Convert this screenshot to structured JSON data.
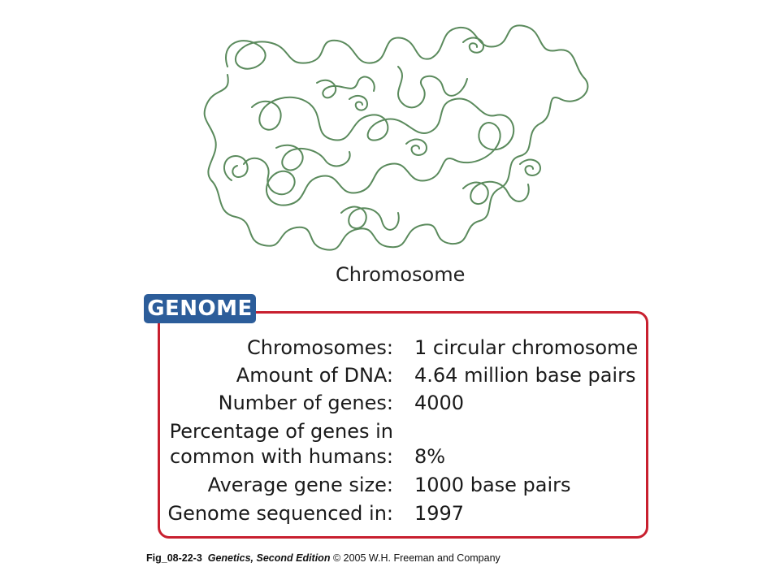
{
  "diagram": {
    "chromosome_label": "Chromosome",
    "strand_color": "#5a8a5c"
  },
  "genome": {
    "badge": "GENOME",
    "border_color": "#c8202f",
    "badge_color": "#2c5d9a",
    "rows": [
      {
        "label": "Chromosomes:",
        "value": "1 circular chromosome"
      },
      {
        "label": "Amount of DNA:",
        "value": "4.64 million base pairs"
      },
      {
        "label": "Number of genes:",
        "value": "4000"
      },
      {
        "label": "Percentage of genes in",
        "value": ""
      },
      {
        "label": "common with humans:",
        "value": "8%"
      },
      {
        "label": "Average gene size:",
        "value": "1000 base pairs"
      },
      {
        "label": "Genome sequenced in:",
        "value": "1997"
      }
    ]
  },
  "caption": {
    "fig_id": "Fig_08-22-3",
    "book": "Genetics, Second Edition",
    "copyright": "© 2005 W.H. Freeman and Company"
  }
}
